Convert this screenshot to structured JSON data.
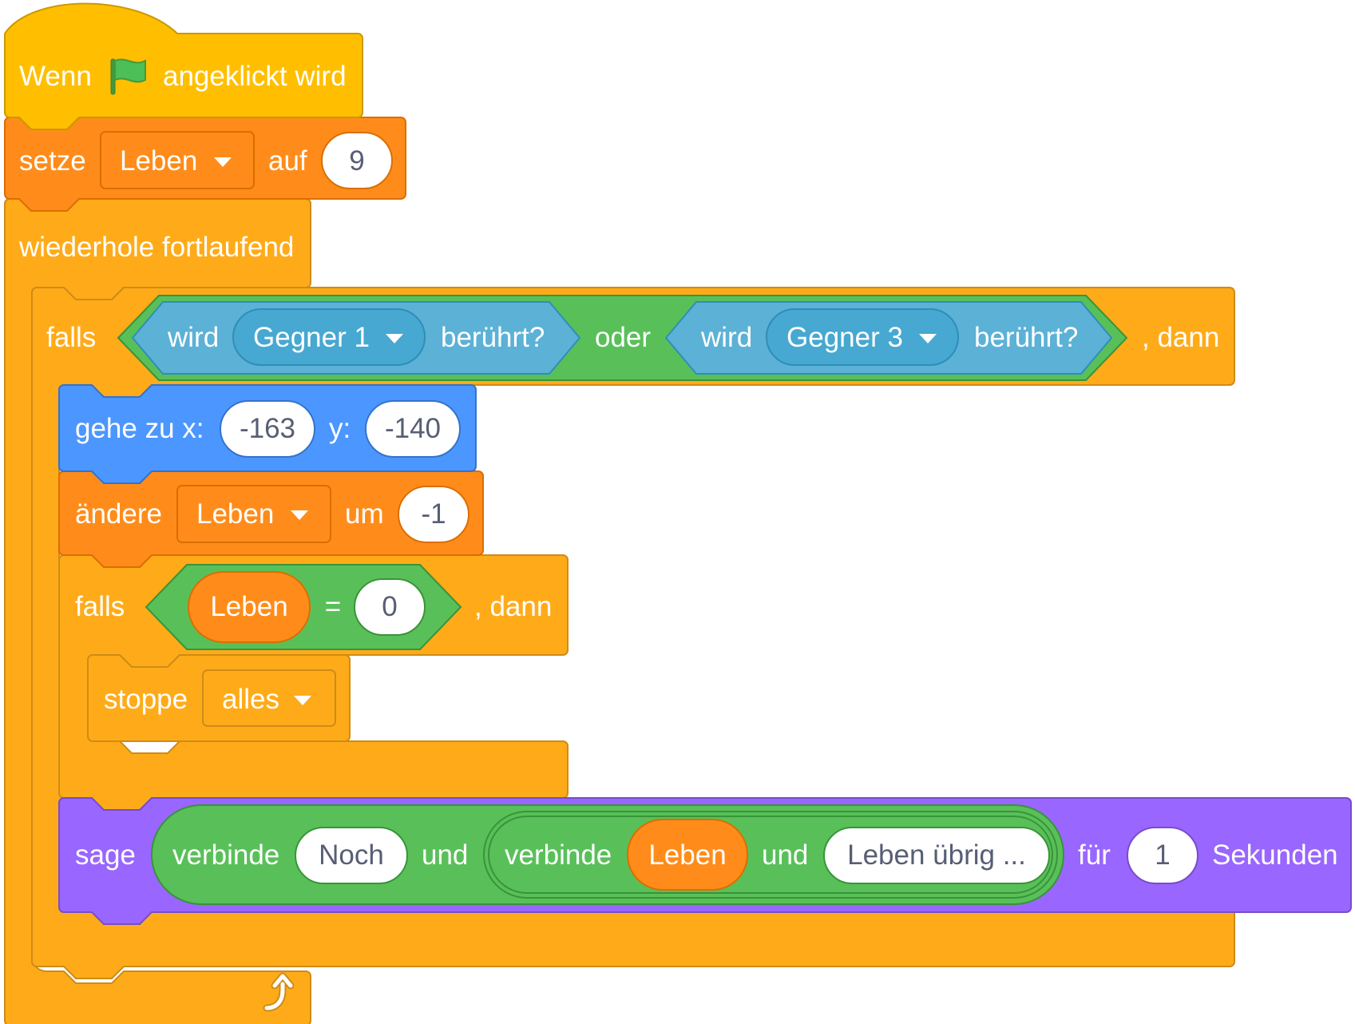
{
  "colors": {
    "events": "#ffbf00",
    "events_border": "#cc9900",
    "variables": "#ff8c1a",
    "variables_border": "#db6e00",
    "control": "#ffab19",
    "control_border": "#cf8b17",
    "sensing": "#5cb1d6",
    "sensing_border": "#2e8eb8",
    "operators": "#59c059",
    "operators_border": "#389438",
    "motion": "#4c97ff",
    "motion_border": "#3373cc",
    "looks": "#9966ff",
    "looks_border": "#774dcb"
  },
  "event_block": {
    "text_before": "Wenn",
    "icon": "green-flag-icon",
    "text_after": "angeklickt wird"
  },
  "set_block": {
    "label": "setze",
    "variable": "Leben",
    "to_label": "auf",
    "value": "9"
  },
  "forever_block": {
    "label": "wiederhole fortlaufend",
    "icon": "loop-arrow-icon"
  },
  "if_outer": {
    "label": "falls",
    "then_label": ", dann",
    "left": {
      "label": "wird",
      "target": "Gegner 1",
      "question": "berührt?"
    },
    "or_label": "oder",
    "right": {
      "label": "wird",
      "target": "Gegner 3",
      "question": "berührt?"
    }
  },
  "goto_block": {
    "label": "gehe zu x:",
    "x": "-163",
    "y_label": "y:",
    "y": "-140"
  },
  "change_block": {
    "label": "ändere",
    "variable": "Leben",
    "by_label": "um",
    "value": "-1"
  },
  "if_inner": {
    "label": "falls",
    "variable": "Leben",
    "operator": "=",
    "value": "0",
    "then_label": ", dann"
  },
  "stop_block": {
    "label": "stoppe",
    "option": "alles"
  },
  "say_block": {
    "label": "sage",
    "join_label": "verbinde",
    "first": "Noch",
    "and_label": "und",
    "inner_join_label": "verbinde",
    "variable": "Leben",
    "inner_and_label": "und",
    "last": "Leben übrig ...",
    "for_label": "für",
    "secs": "1",
    "secs_label": "Sekunden"
  }
}
